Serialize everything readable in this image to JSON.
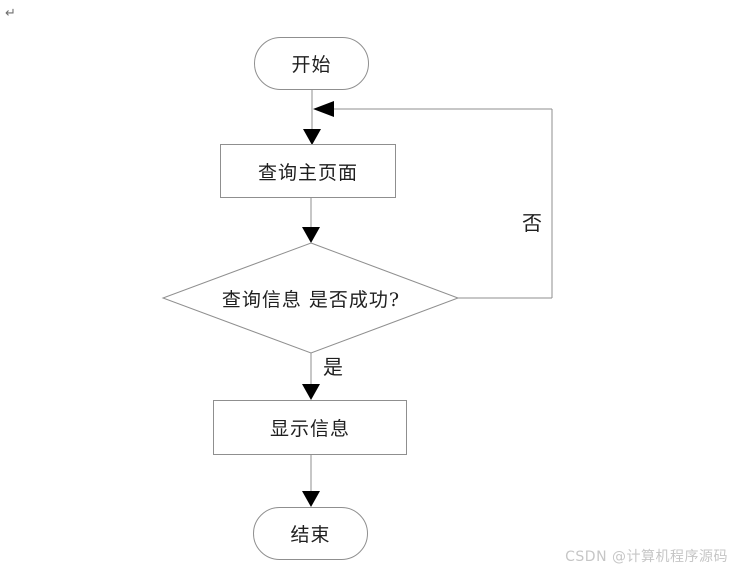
{
  "flowchart": {
    "nodes": {
      "start": {
        "type": "terminator",
        "label": "开始"
      },
      "query_page": {
        "type": "process",
        "label": "查询主页面"
      },
      "decision": {
        "type": "decision",
        "label": "查询信息 是否成功?"
      },
      "display_info": {
        "type": "process",
        "label": "显示信息"
      },
      "end": {
        "type": "terminator",
        "label": "结束"
      }
    },
    "edge_labels": {
      "yes": "是",
      "no": "否"
    }
  },
  "marks": {
    "paragraph_return": "↵"
  },
  "watermark": "CSDN @计算机程序源码",
  "colors": {
    "line": "#8f8f8f",
    "arrowhead": "#000000",
    "text": "#1f1f1f",
    "watermark": "#c6c6c6",
    "background": "#ffffff"
  }
}
